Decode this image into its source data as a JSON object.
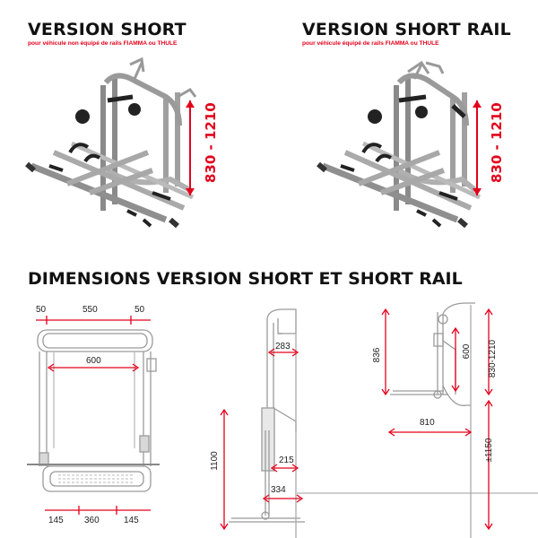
{
  "top_left": {
    "title": "VERSION SHORT",
    "subtitle": "pour véhicule non équipé de rails FIAMMA ou THULE",
    "height_label": "830 - 1210"
  },
  "top_right": {
    "title": "VERSION SHORT RAIL",
    "subtitle": "pour véhicule équipé de rails FIAMMA ou THULE",
    "height_label": "830 - 1210"
  },
  "dimensions": {
    "title": "DIMENSIONS VERSION SHORT ET SHORT RAIL",
    "front": {
      "top_left": "50",
      "top_mid": "550",
      "top_right": "50",
      "inner_width": "600",
      "bottom_left": "145",
      "bottom_mid": "360",
      "bottom_right": "145"
    },
    "side_low": {
      "depth_top": "283",
      "height": "1100",
      "depth_mid": "215",
      "depth_bottom": "334"
    },
    "side_high": {
      "height_left": "836",
      "height_mid": "600",
      "height_range": "830-1210",
      "width": "810",
      "ground": "±1150"
    }
  },
  "colors": {
    "accent": "#e3001b",
    "line": "#9a9a9a",
    "text": "#111111"
  }
}
